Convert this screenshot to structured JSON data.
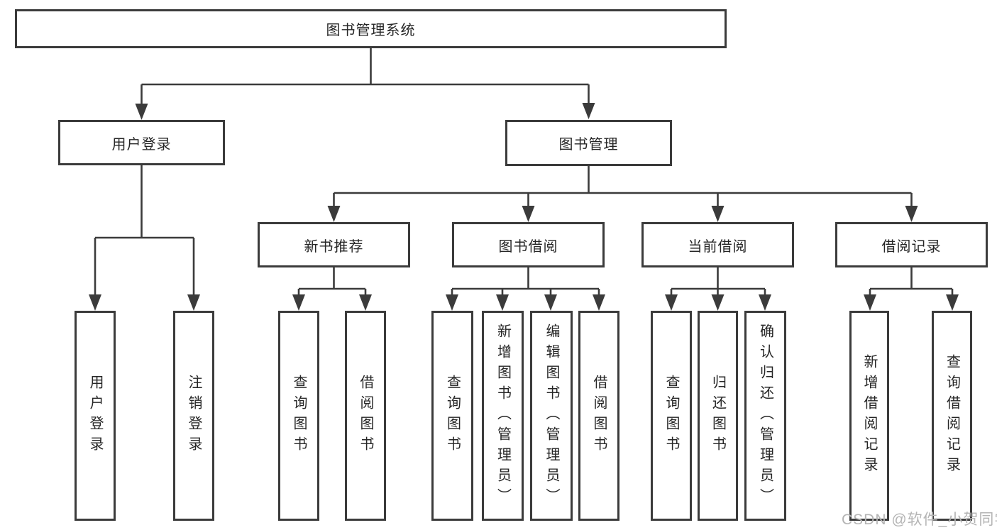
{
  "colors": {
    "line": "#3b3b3b",
    "text": "#262626",
    "watermark": "#b4b4b4",
    "background": "#ffffff"
  },
  "diagram": {
    "root": {
      "label": "图书管理系统"
    },
    "branches": [
      {
        "label": "用户登录",
        "children": [
          {
            "label": "用户登录"
          },
          {
            "label": "注销登录"
          }
        ]
      },
      {
        "label": "图书管理",
        "children": [
          {
            "label": "新书推荐",
            "children": [
              {
                "label": "查询图书"
              },
              {
                "label": "借阅图书"
              }
            ]
          },
          {
            "label": "图书借阅",
            "children": [
              {
                "label": "查询图书"
              },
              {
                "label": "新增图书（管理员）"
              },
              {
                "label": "编辑图书（管理员）"
              },
              {
                "label": "借阅图书"
              }
            ]
          },
          {
            "label": "当前借阅",
            "children": [
              {
                "label": "查询图书"
              },
              {
                "label": "归还图书"
              },
              {
                "label": "确认归还（管理员）"
              }
            ]
          },
          {
            "label": "借阅记录",
            "children": [
              {
                "label": "新增借阅记录"
              },
              {
                "label": "查询借阅记录"
              }
            ]
          }
        ]
      }
    ]
  },
  "watermark": {
    "text": "CSDN @软件_小贺同学"
  }
}
